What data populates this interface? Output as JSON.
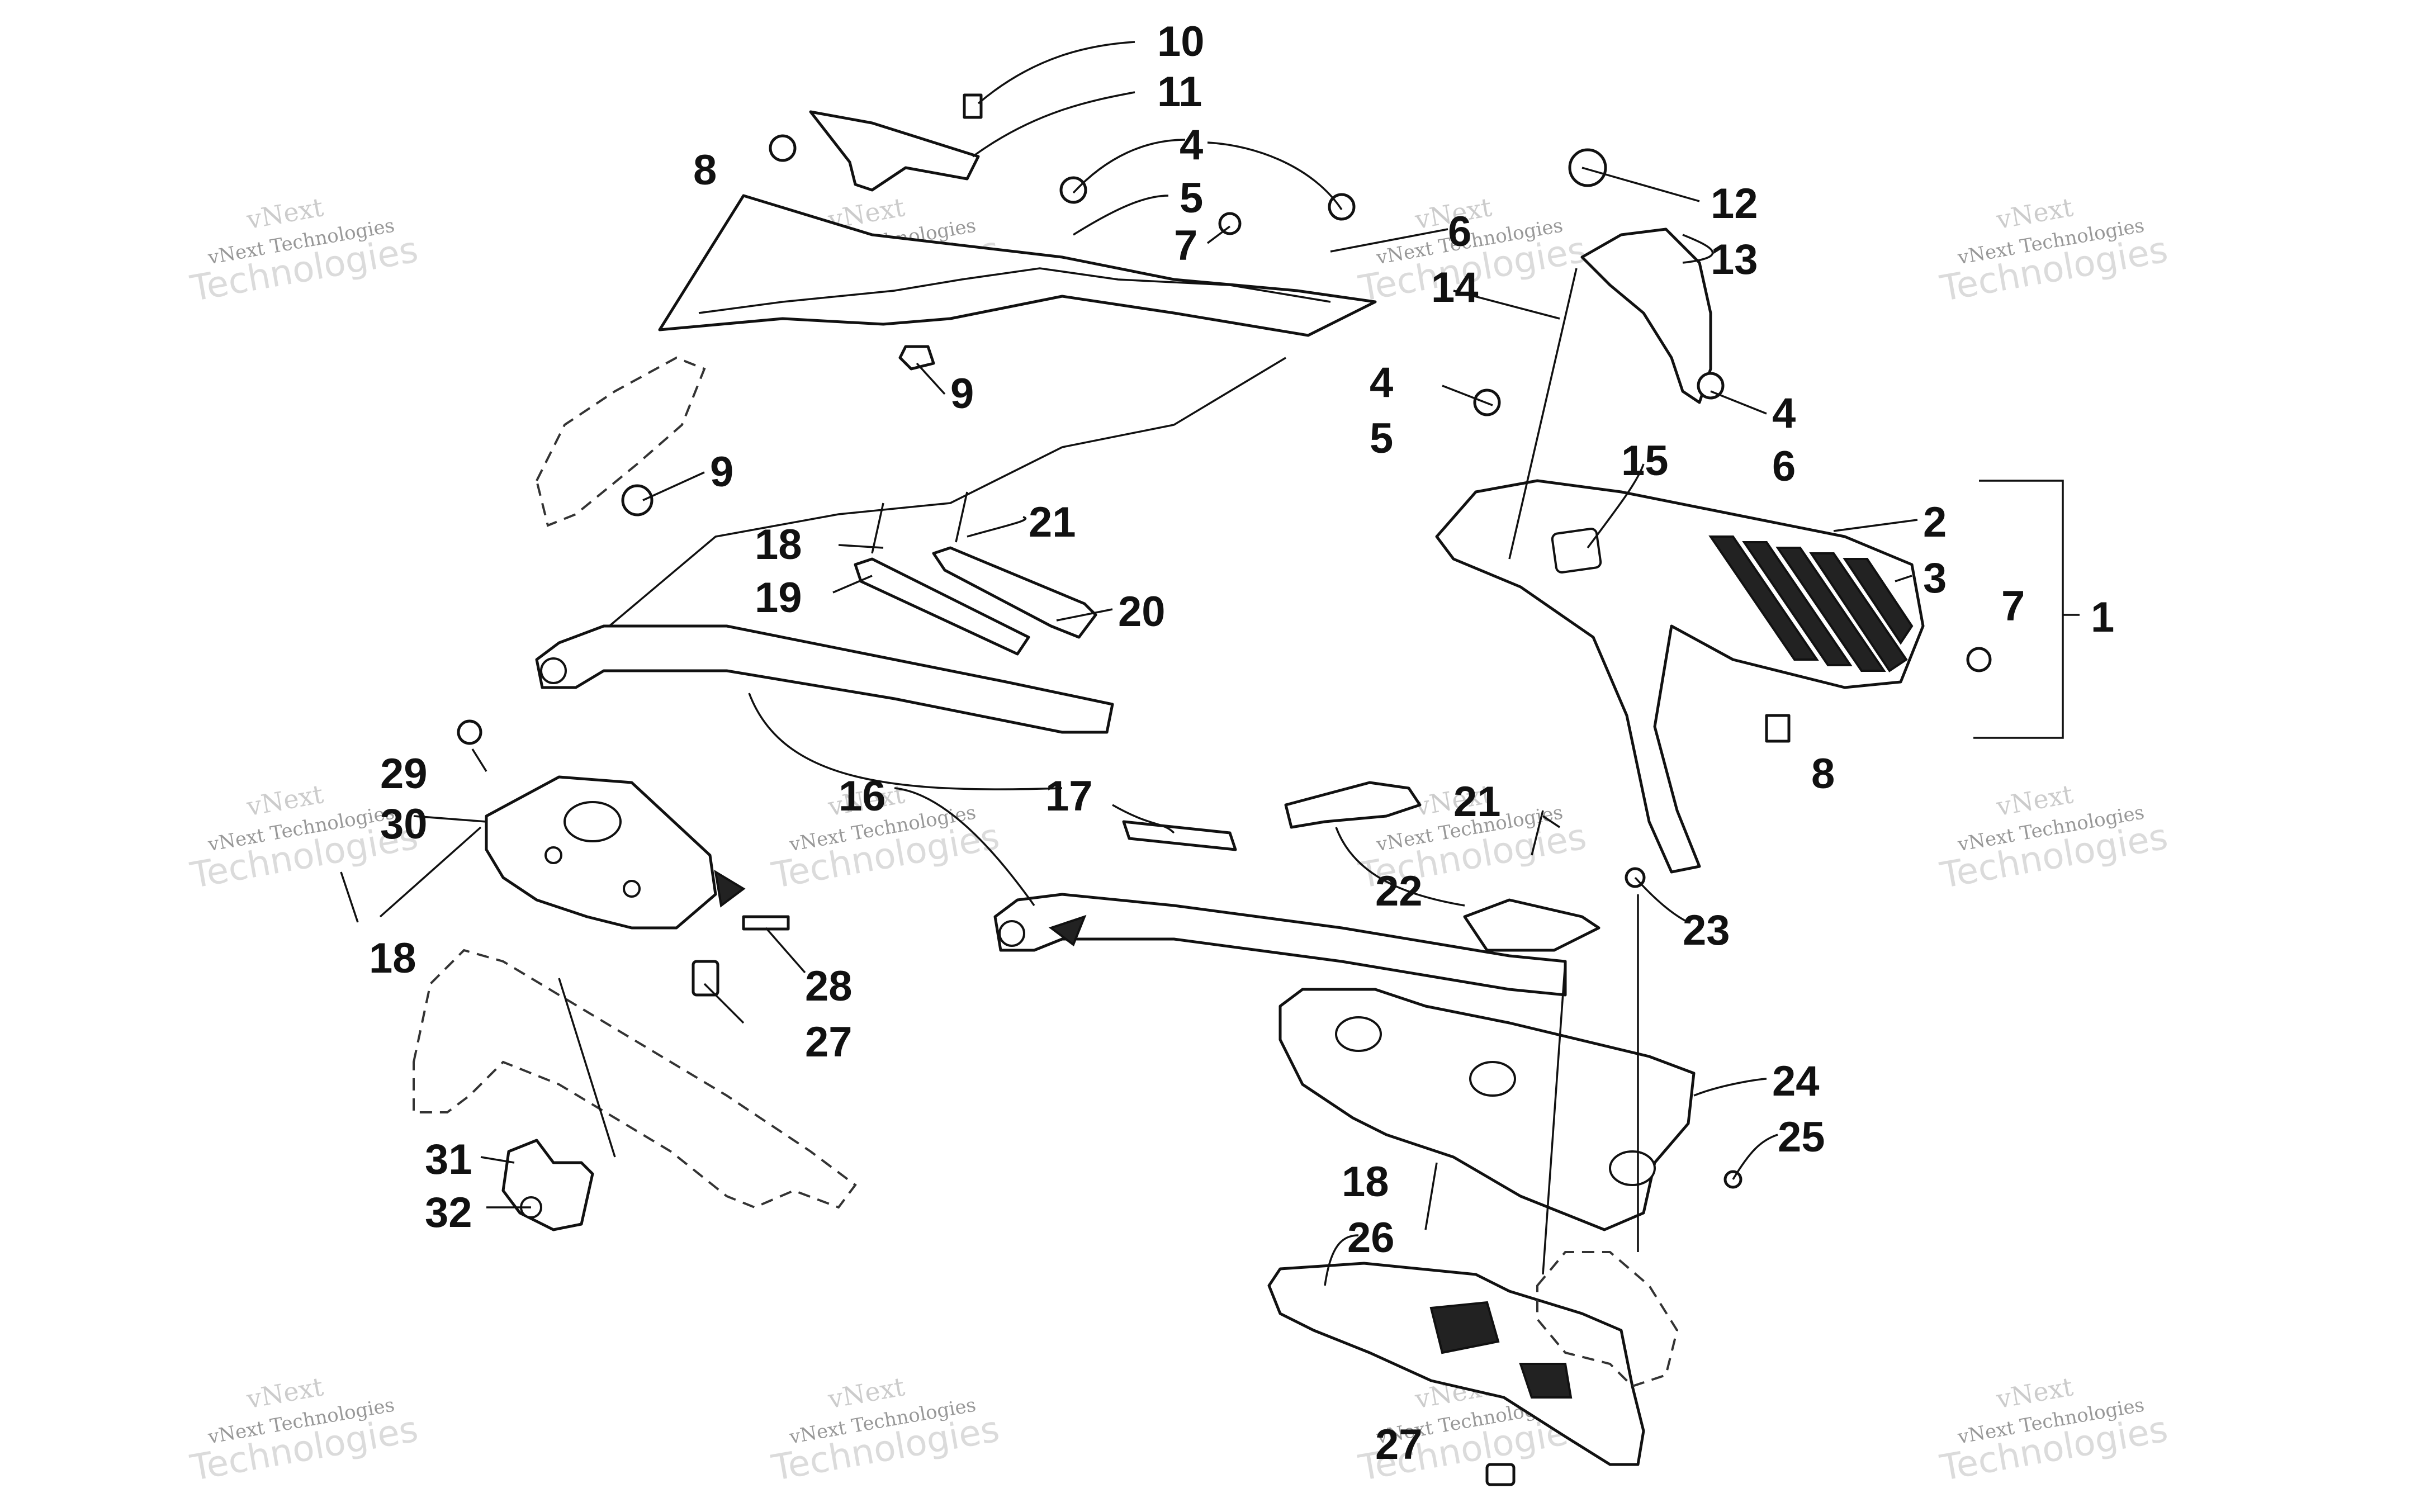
{
  "diagram": {
    "callouts": [
      "1",
      "2",
      "3",
      "4",
      "4",
      "4",
      "5",
      "5",
      "6",
      "6",
      "7",
      "7",
      "8",
      "8",
      "9",
      "9",
      "10",
      "11",
      "12",
      "13",
      "14",
      "15",
      "16",
      "17",
      "18",
      "18",
      "18",
      "19",
      "20",
      "21",
      "21",
      "22",
      "23",
      "24",
      "25",
      "26",
      "27",
      "27",
      "28",
      "29",
      "30",
      "31",
      "32"
    ]
  },
  "watermark": {
    "line1": "vNext",
    "line2": "vNext Technologies",
    "line3": "Technologies"
  },
  "colors": {
    "ink": "#111111",
    "paper": "#ffffff",
    "watermark": "#9a9a9a"
  }
}
